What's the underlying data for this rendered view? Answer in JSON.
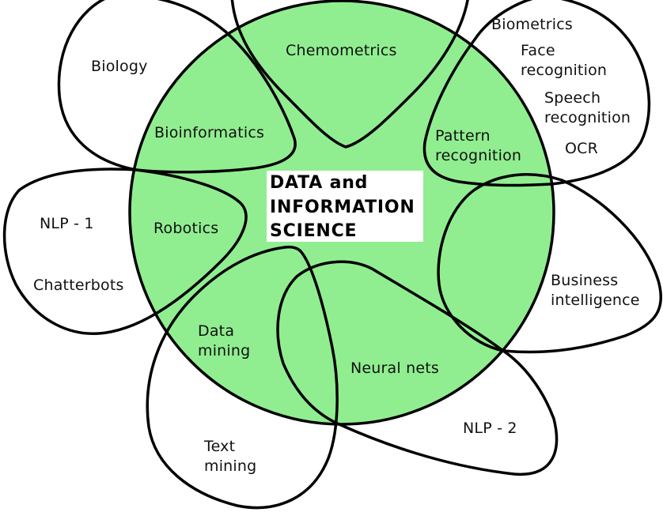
{
  "diagram": {
    "center": {
      "title_lines": [
        "DATA and",
        "INFORMATION",
        "SCIENCE"
      ],
      "fill_color": "#90ee90"
    },
    "inner_areas": [
      {
        "label": "Chemometrics"
      },
      {
        "label": "Bioinformatics"
      },
      {
        "label": "Pattern recognition",
        "lines": [
          "Pattern",
          "recognition"
        ]
      },
      {
        "label": "Robotics"
      },
      {
        "label": "Data mining",
        "lines": [
          "Data",
          "mining"
        ]
      },
      {
        "label": "Neural nets"
      }
    ],
    "outer_areas": [
      {
        "label": "Biology"
      },
      {
        "label": "Biometrics"
      },
      {
        "label": "Face recognition",
        "lines": [
          "Face",
          "recognition"
        ]
      },
      {
        "label": "Speech recognition",
        "lines": [
          "Speech",
          "recognition"
        ]
      },
      {
        "label": "OCR"
      },
      {
        "label": "NLP - 1"
      },
      {
        "label": "Chatterbots"
      },
      {
        "label": "Business intelligence",
        "lines": [
          "Business",
          "intelligence"
        ]
      },
      {
        "label": "Text mining",
        "lines": [
          "Text",
          "mining"
        ]
      },
      {
        "label": "NLP - 2"
      }
    ],
    "stroke_color": "#000000",
    "background_color": "#ffffff"
  }
}
